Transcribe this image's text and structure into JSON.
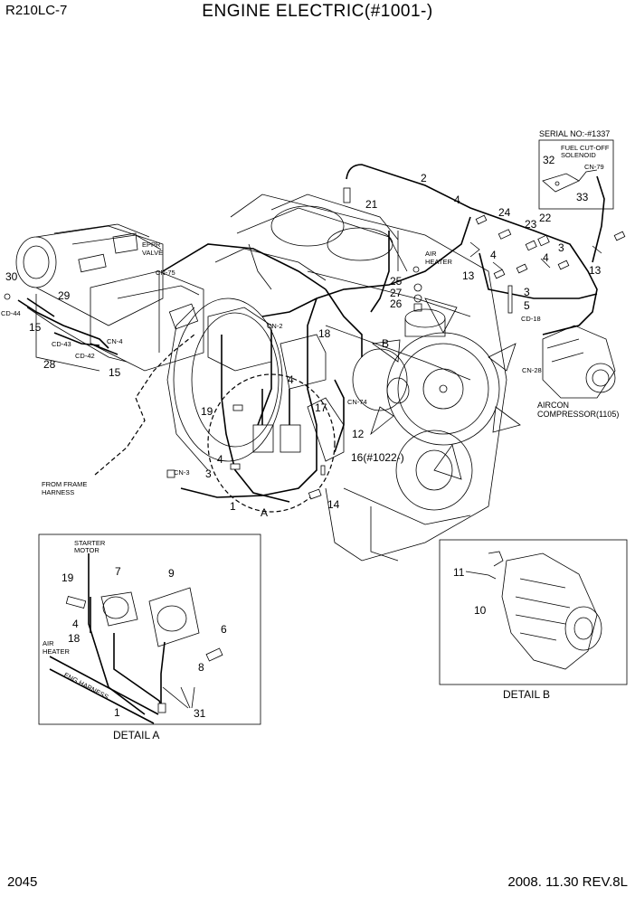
{
  "header": {
    "model": "R210LC-7",
    "title": "ENGINE ELECTRIC(#1001-)"
  },
  "footer": {
    "page": "2045",
    "date_rev": "2008. 11.30  REV.8L"
  },
  "serial_box": {
    "title": "SERIAL NO:-#1337",
    "label": "FUEL CUT-OFF SOLENOID",
    "label_line1": "FUEL CUT-OFF",
    "label_line2": "SOLENOID",
    "connector": "CN-79",
    "parts": [
      "32",
      "33"
    ]
  },
  "callouts": {
    "p1": "1",
    "p2": "2",
    "p3": "3",
    "p4": "4",
    "p5": "5",
    "p12": "12",
    "p13": "13",
    "p14": "14",
    "p15": "15",
    "p16": "16(#1022-)",
    "p17": "17",
    "p18": "18",
    "p19": "19",
    "p21": "21",
    "p22": "22",
    "p23": "23",
    "p24": "24",
    "p25": "25",
    "p26": "26",
    "p27": "27",
    "p28": "28",
    "p29": "29",
    "p30": "30",
    "pA": "A",
    "pB": "B"
  },
  "connectors": {
    "cn75": "CN-75",
    "cn2": "CN-2",
    "cn3": "CN-3",
    "cn74": "CN-74",
    "cn18": "CD-18",
    "cn28": "CN-28",
    "cd44": "CD-44",
    "cd43": "CD-43",
    "cd42": "CD-42",
    "cn4": "CN-4"
  },
  "labels": {
    "eppr_1": "EPPR",
    "eppr_2": "VALVE",
    "air_heater_1": "AIR",
    "air_heater_2": "HEATER",
    "from_frame_1": "FROM FRAME",
    "from_frame_2": "HARNESS",
    "aircon_1": "AIRCON",
    "aircon_2": "COMPRESSOR(1105)"
  },
  "detail_a": {
    "title": "DETAIL A",
    "starter_1": "STARTER",
    "starter_2": "MOTOR",
    "air_1": "AIR",
    "air_2": "HEATER",
    "harness": "ENG HARNESS",
    "parts": [
      "19",
      "7",
      "9",
      "4",
      "18",
      "6",
      "8",
      "31",
      "1"
    ]
  },
  "detail_b": {
    "title": "DETAIL  B",
    "parts": [
      "11",
      "10"
    ]
  }
}
